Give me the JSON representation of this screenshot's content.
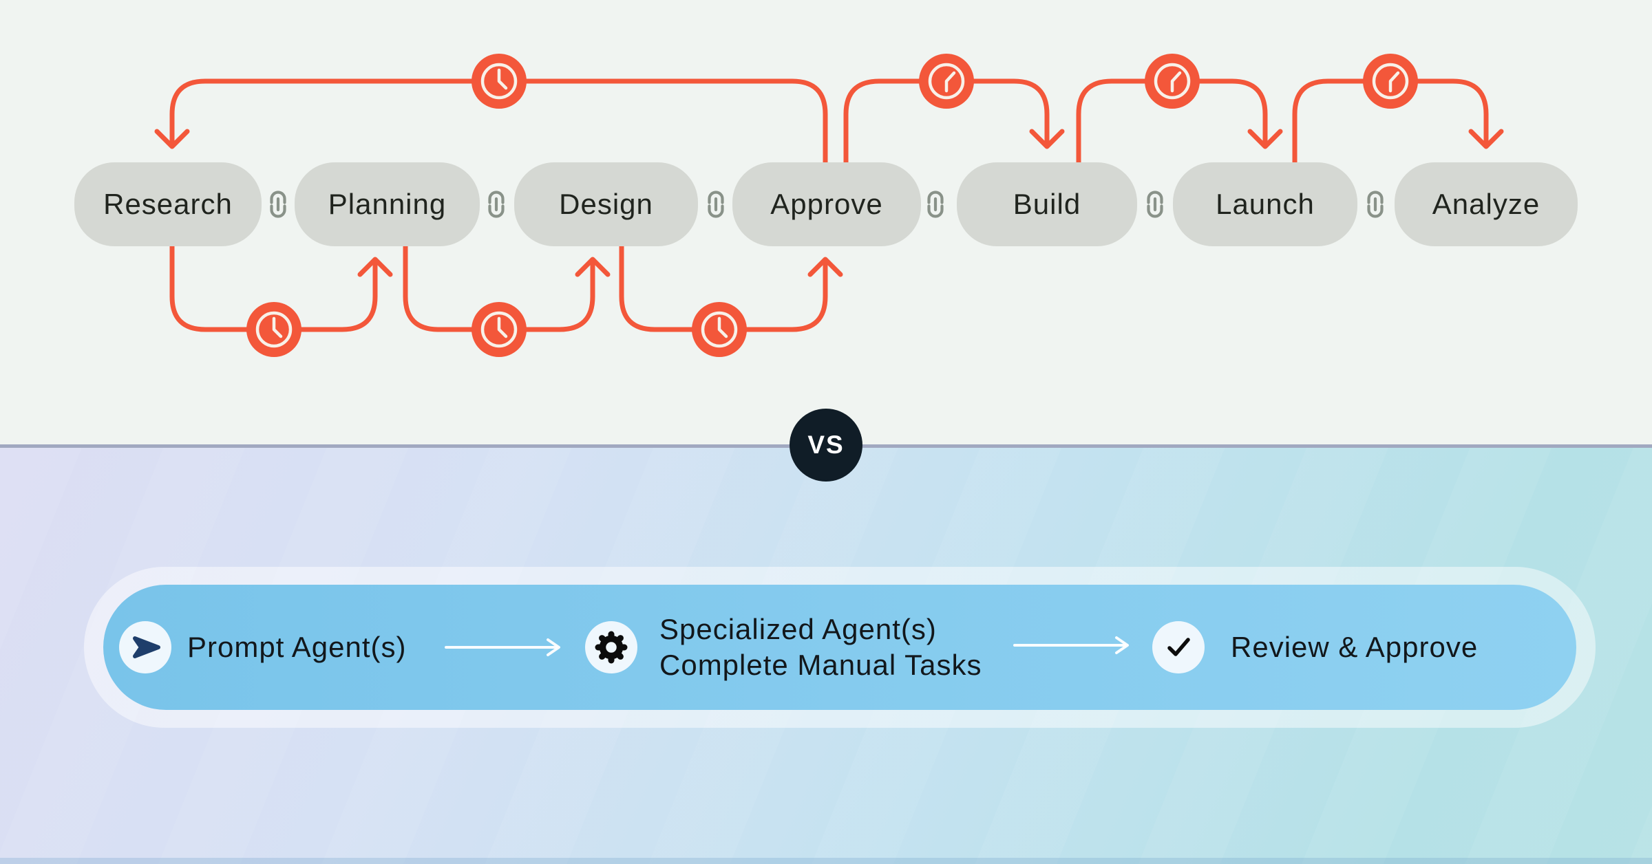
{
  "manual_workflow": {
    "steps": [
      "Research",
      "Planning",
      "Design",
      "Approve",
      "Build",
      "Launch",
      "Analyze"
    ],
    "connector_icon": "chain-link-icon",
    "delay_icon": "clock-icon",
    "loopback_arrows": [
      {
        "from": "Approve",
        "to": "Research",
        "icon": "clock-icon",
        "position": "top"
      },
      {
        "from": "Research",
        "to": "Planning",
        "icon": "clock-icon",
        "position": "bottom"
      },
      {
        "from": "Planning",
        "to": "Design",
        "icon": "clock-icon",
        "position": "bottom"
      },
      {
        "from": "Design",
        "to": "Approve",
        "icon": "clock-icon",
        "position": "bottom"
      },
      {
        "from": "Approve",
        "to": "Build",
        "icon": "clock-icon",
        "position": "top"
      },
      {
        "from": "Build",
        "to": "Launch",
        "icon": "clock-icon",
        "position": "top"
      },
      {
        "from": "Launch",
        "to": "Analyze",
        "icon": "clock-icon",
        "position": "top"
      }
    ]
  },
  "comparison": {
    "vs_label": "VS"
  },
  "agent_workflow": {
    "steps": [
      {
        "icon": "prompt-send-icon",
        "label": "Prompt Agent(s)"
      },
      {
        "icon": "gear-icon",
        "label_line1": "Specialized Agent(s)",
        "label_line2": "Complete Manual Tasks"
      },
      {
        "icon": "check-icon",
        "label": "Review & Approve"
      }
    ]
  },
  "colors": {
    "accent_orange": "#F3573A",
    "pill_gray": "#D5D8D3",
    "top_background": "#F0F4F1",
    "bar_blue": "#85CBEE",
    "badge_navy": "#101D27",
    "link_gray": "#899289"
  }
}
